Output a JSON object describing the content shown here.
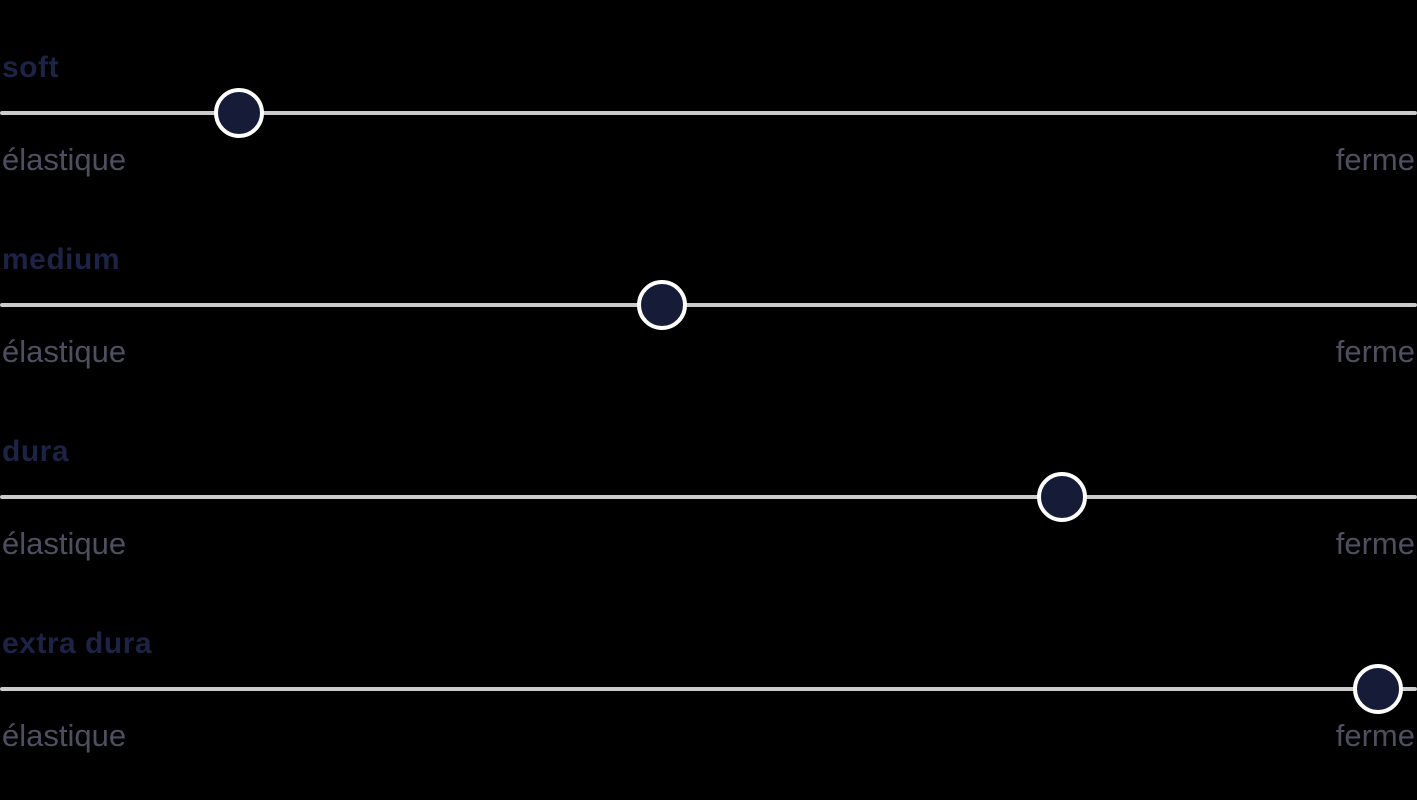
{
  "sliders": [
    {
      "label": "soft",
      "left_label": "élastique",
      "right_label": "ferme",
      "value_percent": 16.8
    },
    {
      "label": "medium",
      "left_label": "élastique",
      "right_label": "ferme",
      "value_percent": 46.7
    },
    {
      "label": "dura",
      "left_label": "élastique",
      "right_label": "ferme",
      "value_percent": 75.0
    },
    {
      "label": "extra dura",
      "left_label": "élastique",
      "right_label": "ferme",
      "value_percent": 97.4
    }
  ],
  "colors": {
    "background": "#000000",
    "title_text": "#1d2345",
    "sublabel_text": "#4e4e61",
    "track": "#cbcbcb",
    "knob_fill": "#161b38",
    "knob_border": "#ffffff"
  }
}
